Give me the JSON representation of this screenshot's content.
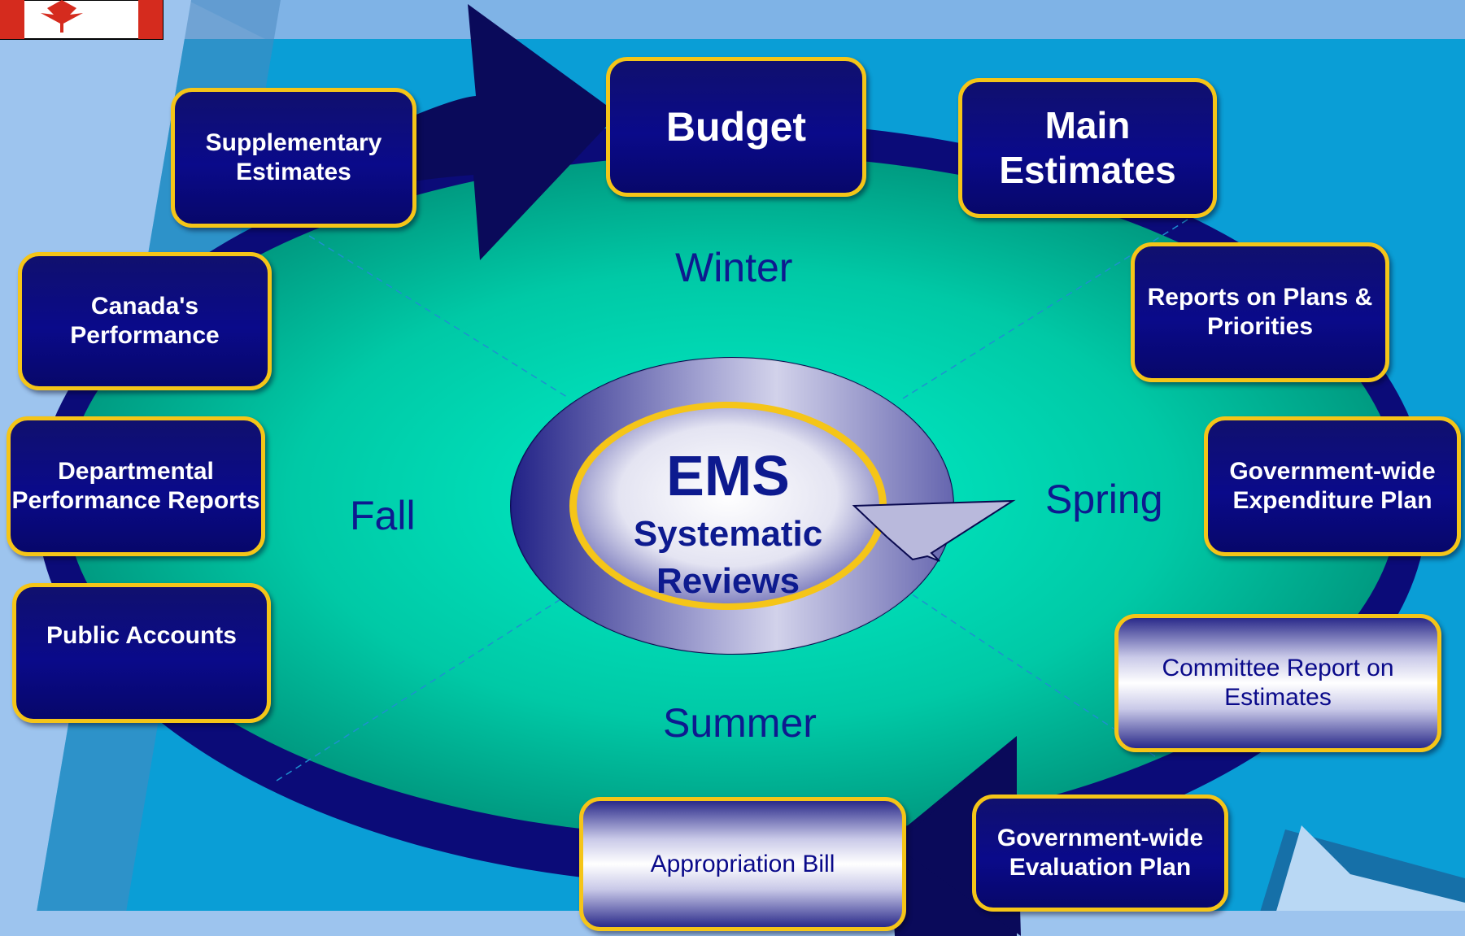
{
  "center": {
    "title": "EMS",
    "subtitle_line1": "Systematic",
    "subtitle_line2": "Reviews"
  },
  "seasons": {
    "winter": "Winter",
    "spring": "Spring",
    "summer": "Summer",
    "fall": "Fall"
  },
  "boxes": {
    "supplementary_estimates": "Supplementary Estimates",
    "budget": "Budget",
    "main_estimates": "Main Estimates",
    "reports_on_plans": "Reports on Plans & Priorities",
    "expenditure_plan": "Government-wide Expenditure Plan",
    "committee_report": "Committee Report on Estimates",
    "evaluation_plan": "Government-wide Evaluation Plan",
    "appropriation_bill": "Appropriation Bill",
    "public_accounts": "Public Accounts",
    "departmental_performance": "Departmental Performance Reports",
    "canadas_performance": "Canada's Performance"
  },
  "colors": {
    "box_fill": "#0a0a8a",
    "box_border": "#f5c518",
    "oval": "#00d6b0",
    "ring": "#0a0a7a",
    "background": "#9dc4ee"
  }
}
